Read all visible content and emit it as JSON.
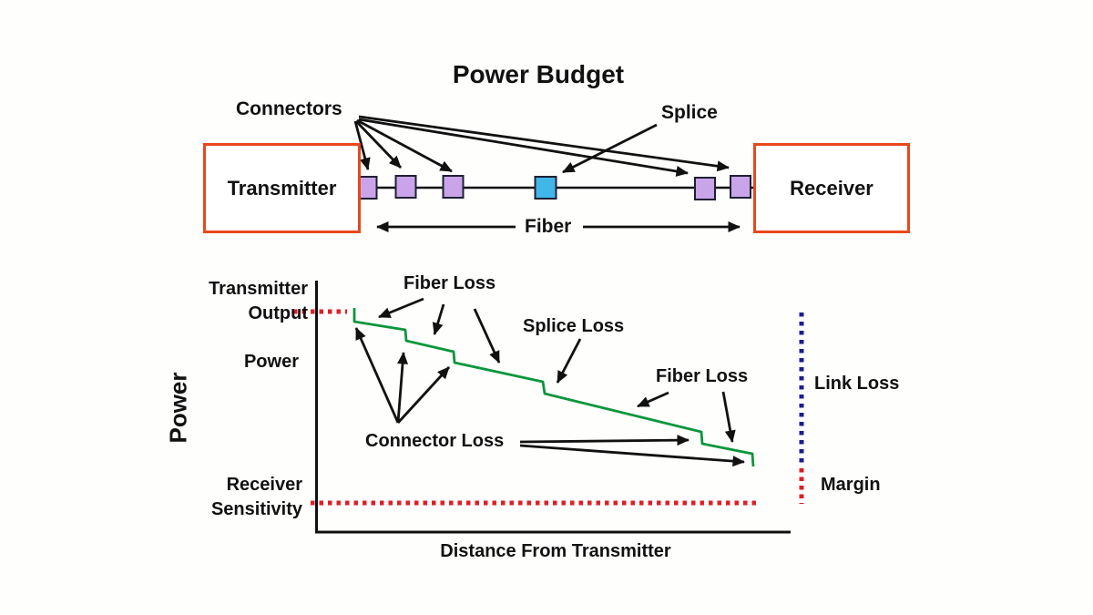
{
  "title": "Power Budget",
  "colors": {
    "box_border": "#e8481c",
    "connector_fill": "#c9a4e8",
    "splice_fill": "#41b6e8",
    "curve_green": "#0a963c",
    "dotted_red": "#dd1f26",
    "dotted_blue": "#1c1c90",
    "line_black": "#111111"
  },
  "link_diagram": {
    "transmitter": "Transmitter",
    "receiver": "Receiver",
    "connectors": "Connectors",
    "splice": "Splice",
    "fiber": "Fiber"
  },
  "graph": {
    "y_axis_label": "Power",
    "x_axis_label": "Distance From Transmitter",
    "transmitter_output": {
      "line1": "Transmitter",
      "line2": "Output"
    },
    "power": "Power",
    "receiver_sensitivity": {
      "line1": "Receiver",
      "line2": "Sensitivity"
    },
    "fiber_loss_upper": "Fiber Loss",
    "splice_loss": "Splice Loss",
    "fiber_loss_lower": "Fiber Loss",
    "connector_loss": "Connector Loss",
    "link_loss": "Link Loss",
    "margin": "Margin",
    "power_curve_points": "389,338 389,353 445,362 446,374 498,386 499,398 596,419 598,432 770,474 771,487 826,498 827,512"
  }
}
